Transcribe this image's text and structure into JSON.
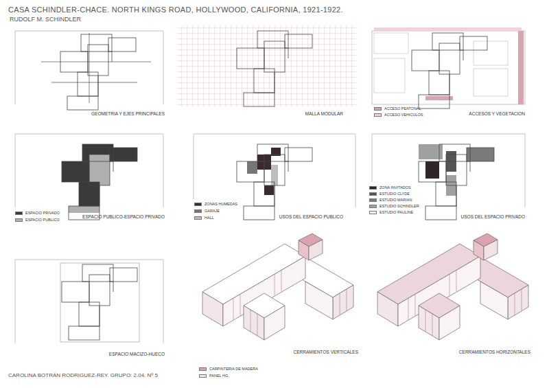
{
  "diagram": {
    "title": "CASA SCHINDLER-CHACE. NORTH KINGS ROAD, HOLLYWOOD, CALIFORNIA, 1921-1922.",
    "labels": [
      "RUDOLF M. SCHINDLER",
      "GEOMETRIA Y EJES PRINCIPALES",
      "MALLA MODULAR",
      "ACCESOS Y VEGETACION",
      "ESPACIO PUBLICO-ESPACIO PRIVADO",
      "USOS DEL ESPACIO PUBLICO",
      "USOS DEL ESPACIO PRIVADO",
      "ESPACIO MACIZO-HUECO",
      "CERRAMIENTOS VERTICALES",
      "CERRAMIENTOS HORIZONTALES",
      "CAROLINA BOTRÁN RODRIGUEZ-REY. GRUPO: 2.04. Nº 5"
    ],
    "legend": [
      {
        "text": "ACCESO PEATONAL",
        "color": "#dba3ad"
      },
      {
        "text": "ACCESO VEHICULOS",
        "color": "#f0d3d8"
      },
      {
        "text": "ESPACIO PRIVADO",
        "color": "#3a3a3a"
      },
      {
        "text": "ESPACIO PUBLICO",
        "color": "#b0b0b0"
      },
      {
        "text": "ZONAS HUMEDAS",
        "color": "#3a2a30"
      },
      {
        "text": "GARAJE",
        "color": "#767676"
      },
      {
        "text": "HALL",
        "color": "#bdbdbd"
      },
      {
        "text": "ZONA INVITADOS",
        "color": "#2f2629"
      },
      {
        "text": "ESTUDIO CLYDE",
        "color": "#555555"
      },
      {
        "text": "ESTUDIO MARIAN",
        "color": "#7a7a7a"
      },
      {
        "text": "ESTUDIO SCHINDLER",
        "color": "#a0a0a0"
      },
      {
        "text": "ESTUDIO PAULINE",
        "color": "#f2f2f2"
      },
      {
        "text": "CARPINTERIA DE MADERA",
        "color": "#d9a4ae"
      },
      {
        "text": "PANEL HG.",
        "color": "#f1e2e6"
      }
    ]
  }
}
